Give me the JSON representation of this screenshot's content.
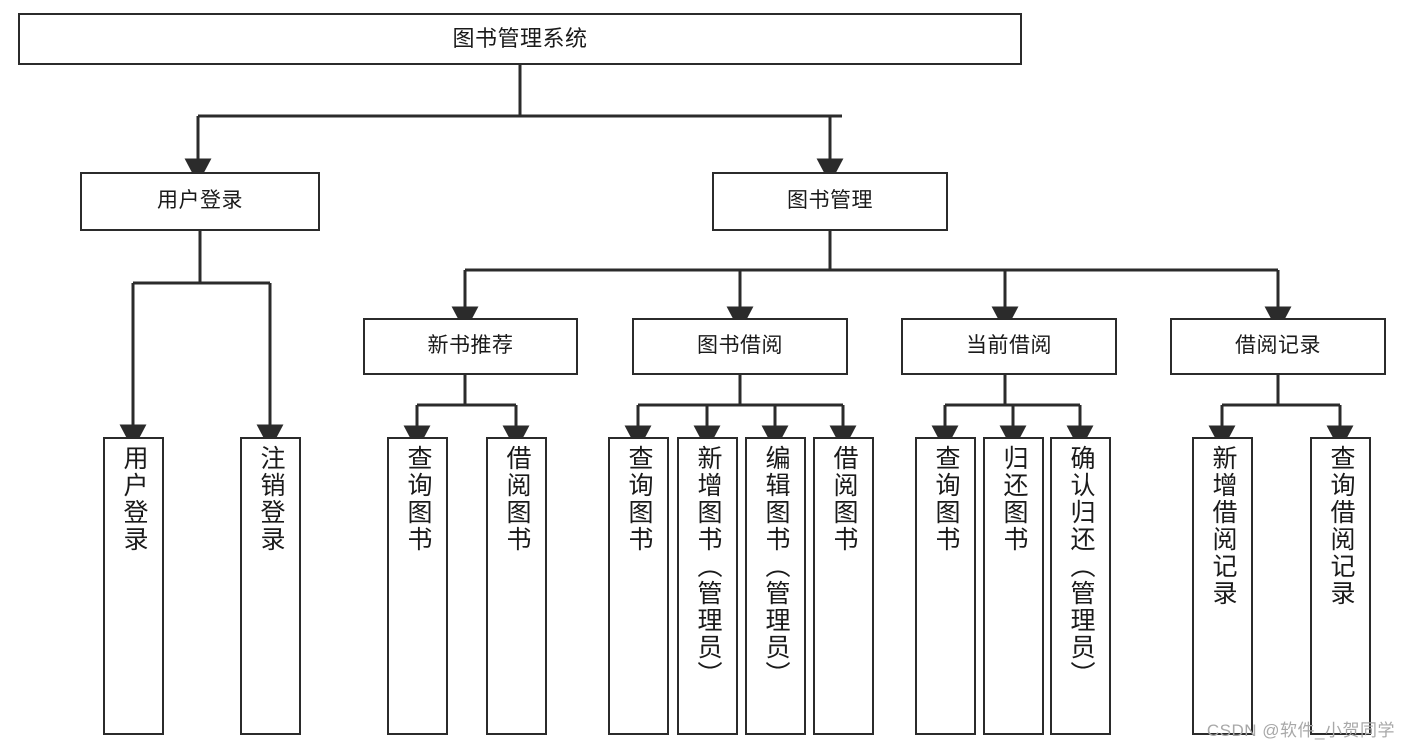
{
  "diagram": {
    "type": "tree-hierarchy",
    "title": "图书管理系统",
    "orientation": "top-down",
    "line_color": "#2b2b2b",
    "box_fill": "#ffffff",
    "text_color": "#1a1a1a",
    "nodes": {
      "root": {
        "label": "图书管理系统"
      },
      "level1": [
        {
          "id": "user-login",
          "label": "用户登录"
        },
        {
          "id": "book-management",
          "label": "图书管理"
        }
      ],
      "level2": [
        {
          "id": "new-book-recommend",
          "label": "新书推荐",
          "parent": "book-management"
        },
        {
          "id": "book-borrow",
          "label": "图书借阅",
          "parent": "book-management"
        },
        {
          "id": "current-borrow",
          "label": "当前借阅",
          "parent": "book-management"
        },
        {
          "id": "borrow-record",
          "label": "借阅记录",
          "parent": "book-management"
        }
      ],
      "leaves": [
        {
          "id": "leaf-user-login",
          "label": "用户登录",
          "parent": "user-login"
        },
        {
          "id": "leaf-user-logout",
          "label": "注销登录",
          "parent": "user-login"
        },
        {
          "id": "leaf-query-book-1",
          "label": "查询图书",
          "parent": "new-book-recommend"
        },
        {
          "id": "leaf-borrow-book-1",
          "label": "借阅图书",
          "parent": "new-book-recommend"
        },
        {
          "id": "leaf-query-book-2",
          "label": "查询图书",
          "parent": "book-borrow"
        },
        {
          "id": "leaf-add-book",
          "label": "新增图书（管理员）",
          "parent": "book-borrow"
        },
        {
          "id": "leaf-edit-book",
          "label": "编辑图书（管理员）",
          "parent": "book-borrow"
        },
        {
          "id": "leaf-borrow-book-2",
          "label": "借阅图书",
          "parent": "book-borrow"
        },
        {
          "id": "leaf-query-book-3",
          "label": "查询图书",
          "parent": "current-borrow"
        },
        {
          "id": "leaf-return-book",
          "label": "归还图书",
          "parent": "current-borrow"
        },
        {
          "id": "leaf-confirm-return",
          "label": "确认归还（管理员）",
          "parent": "current-borrow"
        },
        {
          "id": "leaf-add-record",
          "label": "新增借阅记录",
          "parent": "borrow-record"
        },
        {
          "id": "leaf-query-record",
          "label": "查询借阅记录",
          "parent": "borrow-record"
        }
      ]
    }
  },
  "watermark": {
    "text": "CSDN @软件_小贺同学"
  }
}
